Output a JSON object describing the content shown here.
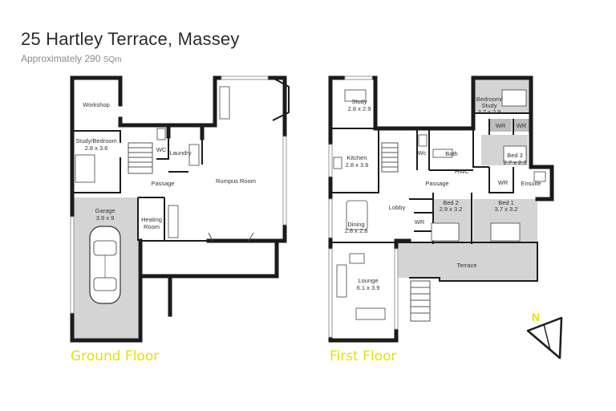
{
  "header": {
    "title": "25 Hartley Terrace, Massey",
    "subtitle_prefix": "Approximately 290",
    "subtitle_unit": "SQm"
  },
  "floors": {
    "ground": {
      "label": "Ground Floor",
      "rooms": {
        "workshop": "Workshop",
        "study_name": "Study/Bedroom",
        "study_dim": "2.8 x 3.6",
        "wc": "WC",
        "laundry": "Laundry",
        "passage": "Passage",
        "rumpus": "Rumpus Room",
        "heating_1": "Heating",
        "heating_2": "Room",
        "garage_name": "Garage",
        "garage_dim": "3.9 x 9"
      }
    },
    "first": {
      "label": "First Floor",
      "rooms": {
        "study_name": "Study",
        "study_dim": "2.8 x 2.9",
        "kitchen_name": "Kitchen",
        "kitchen_dim": "2.8 x 3.6",
        "wc": "Wc",
        "bath": "Bath",
        "hwc": "HWC",
        "passage": "Passage",
        "lobby": "Lobby",
        "dining_name": "Dining",
        "dining_dim": "2.8 x 2.8",
        "lounge_name": "Lounge",
        "lounge_dim": "6.1 x 3.9",
        "bedstudy_1": "Bedroom/",
        "bedstudy_2": "Study",
        "bedstudy_dim": "3.7 x 2.9",
        "wr": "WR",
        "bed3_name": "Bed 3",
        "bed3_dim": "2.7 x 2.3",
        "ensuite": "Ensuite",
        "bed2_name": "Bed 2",
        "bed2_dim": "2.9 x 3.2",
        "bed1_name": "Bed 1",
        "bed1_dim": "3.7 x 3.2",
        "terrace": "Terrace"
      }
    }
  },
  "compass": {
    "label": "N"
  },
  "colors": {
    "floor_label": "#e8e000",
    "compass_label": "#e8e000",
    "wall": "#1b1b1b",
    "shade": "#d4d4d4"
  }
}
